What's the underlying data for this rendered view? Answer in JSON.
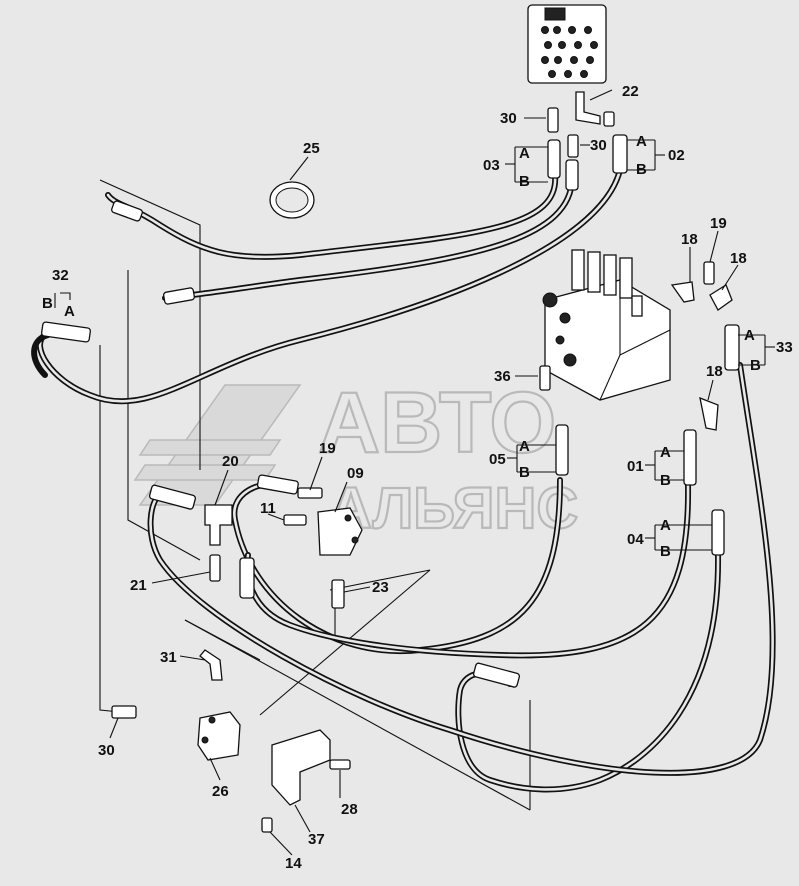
{
  "watermark": {
    "line1": "АВТО",
    "line2": "АЛЬЯНС"
  },
  "callouts": [
    {
      "id": "c-22",
      "text": "22"
    },
    {
      "id": "c-30a",
      "text": "30"
    },
    {
      "id": "c-30b",
      "text": "30"
    },
    {
      "id": "c-03",
      "text": "03"
    },
    {
      "id": "c-03a",
      "text": "A"
    },
    {
      "id": "c-03b",
      "text": "B"
    },
    {
      "id": "c-02",
      "text": "02"
    },
    {
      "id": "c-02a",
      "text": "A"
    },
    {
      "id": "c-02b",
      "text": "B"
    },
    {
      "id": "c-25",
      "text": "25"
    },
    {
      "id": "c-32",
      "text": "32"
    },
    {
      "id": "c-32b",
      "text": "B"
    },
    {
      "id": "c-32a",
      "text": "A"
    },
    {
      "id": "c-18a",
      "text": "18"
    },
    {
      "id": "c-19a",
      "text": "19"
    },
    {
      "id": "c-18b",
      "text": "18"
    },
    {
      "id": "c-33",
      "text": "33"
    },
    {
      "id": "c-33a",
      "text": "A"
    },
    {
      "id": "c-33b",
      "text": "B"
    },
    {
      "id": "c-36",
      "text": "36"
    },
    {
      "id": "c-18c",
      "text": "18"
    },
    {
      "id": "c-05",
      "text": "05"
    },
    {
      "id": "c-05a",
      "text": "A"
    },
    {
      "id": "c-05b",
      "text": "B"
    },
    {
      "id": "c-01",
      "text": "01"
    },
    {
      "id": "c-01a",
      "text": "A"
    },
    {
      "id": "c-01b",
      "text": "B"
    },
    {
      "id": "c-04",
      "text": "04"
    },
    {
      "id": "c-04a",
      "text": "A"
    },
    {
      "id": "c-04b",
      "text": "B"
    },
    {
      "id": "c-20",
      "text": "20"
    },
    {
      "id": "c-19b",
      "text": "19"
    },
    {
      "id": "c-09",
      "text": "09"
    },
    {
      "id": "c-11",
      "text": "11"
    },
    {
      "id": "c-21",
      "text": "21"
    },
    {
      "id": "c-23",
      "text": "23"
    },
    {
      "id": "c-31",
      "text": "31"
    },
    {
      "id": "c-30c",
      "text": "30"
    },
    {
      "id": "c-26",
      "text": "26"
    },
    {
      "id": "c-28",
      "text": "28"
    },
    {
      "id": "c-37",
      "text": "37"
    },
    {
      "id": "c-14",
      "text": "14"
    }
  ]
}
